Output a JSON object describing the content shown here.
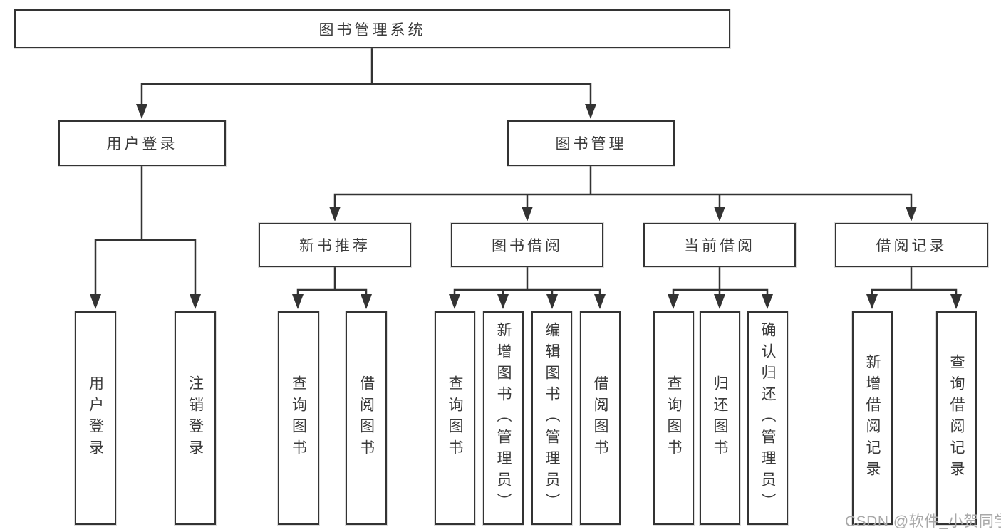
{
  "diagram": {
    "root": {
      "label": "图书管理系统"
    },
    "level2": [
      {
        "label": "用户登录",
        "parent": "图书管理系统"
      },
      {
        "label": "图书管理",
        "parent": "图书管理系统"
      }
    ],
    "level3": [
      {
        "label": "新书推荐",
        "parent": "图书管理"
      },
      {
        "label": "图书借阅",
        "parent": "图书管理"
      },
      {
        "label": "当前借阅",
        "parent": "图书管理"
      },
      {
        "label": "借阅记录",
        "parent": "图书管理"
      }
    ],
    "leaves": [
      {
        "label": "用户登录",
        "parent": "用户登录"
      },
      {
        "label": "注销登录",
        "parent": "用户登录"
      },
      {
        "label": "查询图书",
        "parent": "新书推荐"
      },
      {
        "label": "借阅图书",
        "parent": "新书推荐"
      },
      {
        "label": "查询图书",
        "parent": "图书借阅"
      },
      {
        "label": "新增图书（管理员）",
        "parent": "图书借阅"
      },
      {
        "label": "编辑图书（管理员）",
        "parent": "图书借阅"
      },
      {
        "label": "借阅图书",
        "parent": "图书借阅"
      },
      {
        "label": "查询图书",
        "parent": "当前借阅"
      },
      {
        "label": "归还图书",
        "parent": "当前借阅"
      },
      {
        "label": "确认归还（管理员）",
        "parent": "当前借阅"
      },
      {
        "label": "新增借阅记录",
        "parent": "借阅记录"
      },
      {
        "label": "查询借阅记录",
        "parent": "借阅记录"
      }
    ],
    "watermark": "CSDN @软件_小贺同学",
    "colors": {
      "line": "#333333",
      "box_border": "#333333",
      "box_fill": "#ffffff",
      "text": "#3a3a3a",
      "watermark": "#a8a8a8",
      "background": "#ffffff"
    }
  }
}
